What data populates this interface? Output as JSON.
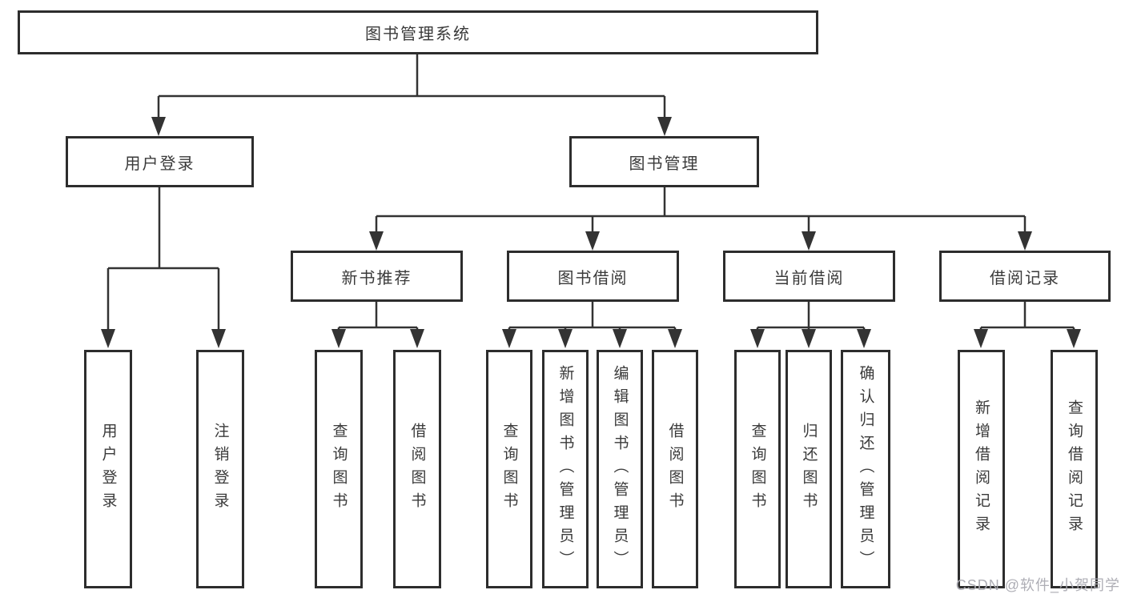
{
  "tree": {
    "label": "图书管理系统",
    "children": [
      {
        "label": "用户登录",
        "children": [
          {
            "label": "用户登录"
          },
          {
            "label": "注销登录"
          }
        ]
      },
      {
        "label": "图书管理",
        "children": [
          {
            "label": "新书推荐",
            "children": [
              {
                "label": "查询图书"
              },
              {
                "label": "借阅图书"
              }
            ]
          },
          {
            "label": "图书借阅",
            "children": [
              {
                "label": "查询图书"
              },
              {
                "label": "新增图书（管理员）"
              },
              {
                "label": "编辑图书（管理员）"
              },
              {
                "label": "借阅图书"
              }
            ]
          },
          {
            "label": "当前借阅",
            "children": [
              {
                "label": "查询图书"
              },
              {
                "label": "归还图书"
              },
              {
                "label": "确认归还（管理员）"
              }
            ]
          },
          {
            "label": "借阅记录",
            "children": [
              {
                "label": "新增借阅记录"
              },
              {
                "label": "查询借阅记录"
              }
            ]
          }
        ]
      }
    ]
  },
  "watermark": {
    "text": "CSDN @软件_小贺同学"
  },
  "colors": {
    "line": "#333333",
    "box_border": "#2d2d2d",
    "text": "#3a3a3a",
    "background": "#ffffff",
    "watermark": "#aaaab2"
  }
}
